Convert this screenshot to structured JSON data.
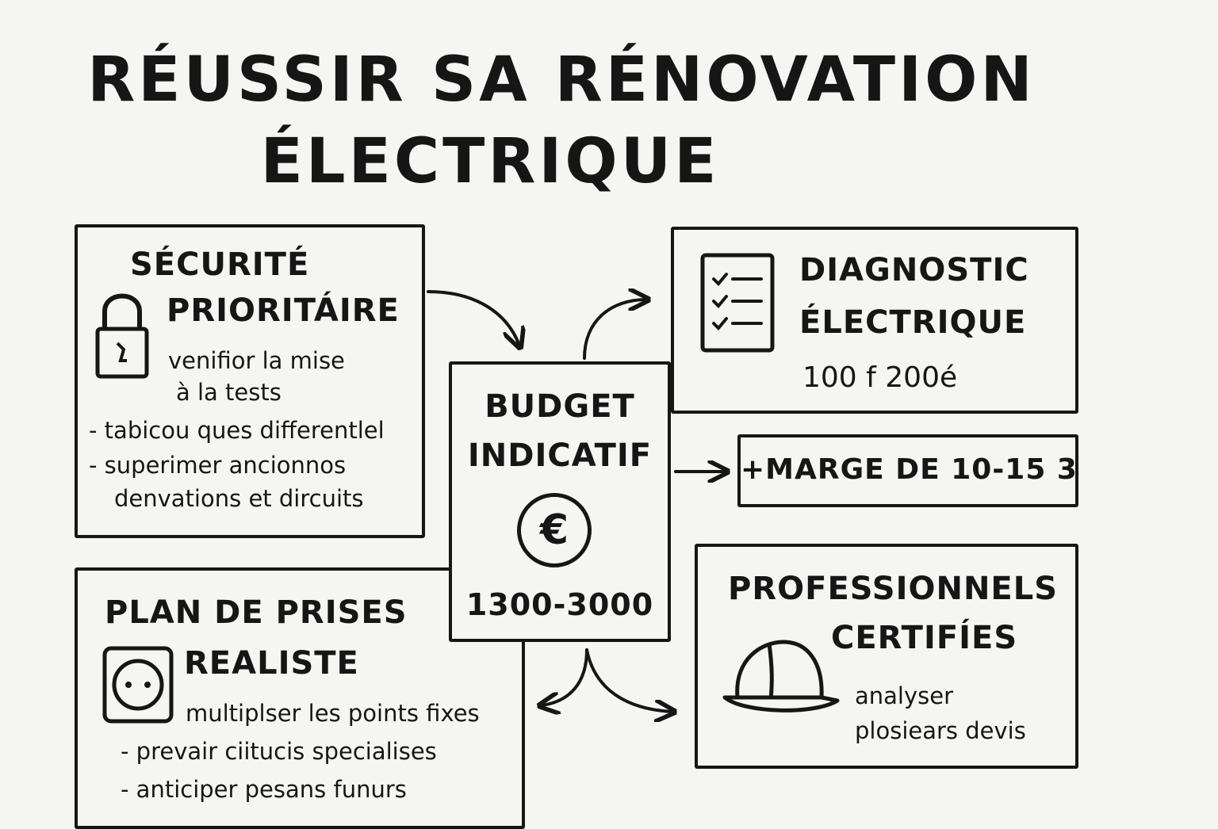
{
  "title": {
    "line1": "RÉUSSIR SA RÉNOVATION",
    "line2": "ÉLECTRIQUE"
  },
  "securite": {
    "head1": "SÉCURITÉ",
    "head2": "PRIORITÁIRE",
    "line1": "venifior la mise",
    "line2": "à la tests",
    "bullet1": "- tabicou ques differentlel",
    "bullet2": "- superimer ancionnos",
    "bullet3": "denvations et dircuits",
    "icon": "padlock-icon"
  },
  "plan": {
    "head1": "PLAN DE PRISES",
    "head2": "REALISTE",
    "line1": "multiplser les points fixes",
    "bullet1": "- prevair ciitucis specialises",
    "bullet2": "- anticiper pesans funurs",
    "icon": "socket-icon"
  },
  "budget": {
    "head1": "BUDGET",
    "head2": "INDICATIF",
    "symbol": "€",
    "range": "1300-3000",
    "icon": "euro-icon"
  },
  "diagnostic": {
    "head1": "DIAGNOSTIC",
    "head2": "ÉLECTRIQUE",
    "price": "100 f 200é",
    "icon": "checklist-icon"
  },
  "marge": {
    "label": "+MARGE DE 10-15 3"
  },
  "pros": {
    "head1": "PROFESSIONNELS",
    "head2": "CERTIFÍES",
    "line1": "analyser",
    "line2": "plosiears devis",
    "icon": "hard-hat-icon"
  },
  "colors": {
    "ink": "#161616",
    "paper": "#f5f5f3"
  }
}
